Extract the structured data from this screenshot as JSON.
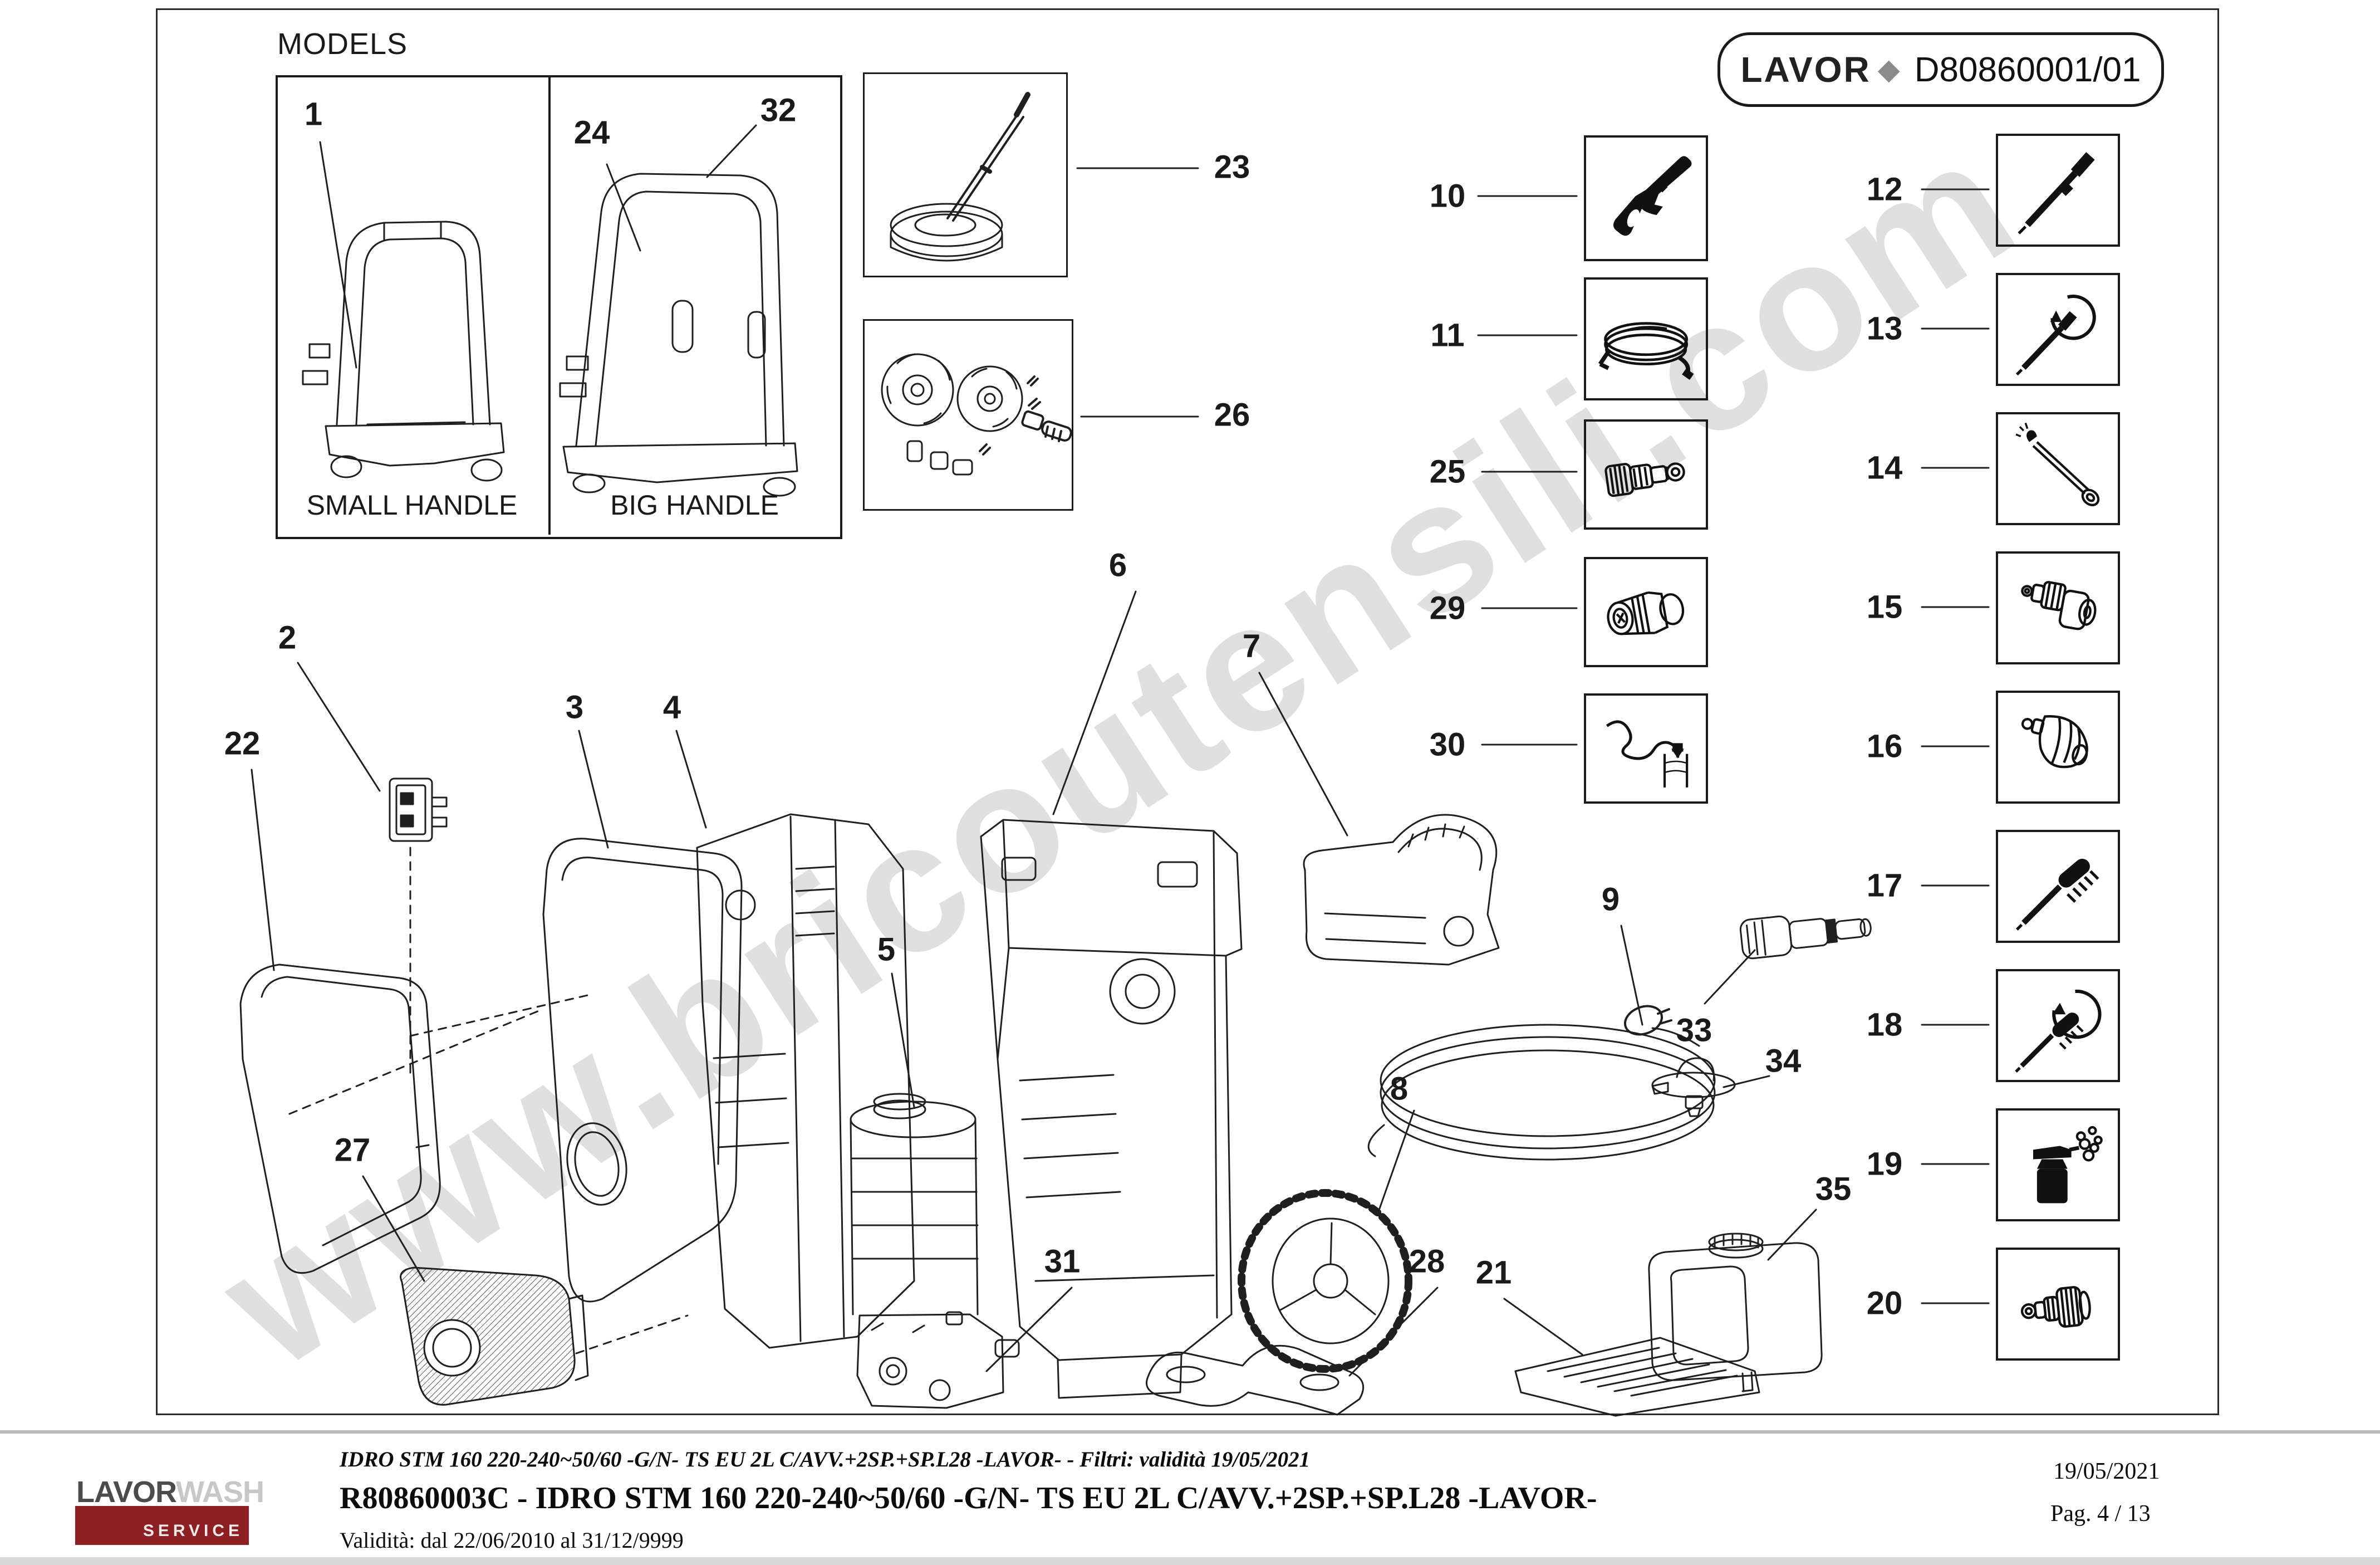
{
  "page": {
    "models_title": "MODELS",
    "small_handle_label": "SMALL HANDLE",
    "big_handle_label": "BIG HANDLE",
    "watermark": "www.bricoutensili.com"
  },
  "doc_badge": {
    "brand": "LAVOR",
    "diamond": "◆",
    "code": "D80860001/01"
  },
  "callouts": {
    "n1": "1",
    "n2": "2",
    "n3": "3",
    "n4": "4",
    "n5": "5",
    "n6": "6",
    "n7": "7",
    "n8": "8",
    "n9": "9",
    "n10": "10",
    "n11": "11",
    "n12": "12",
    "n13": "13",
    "n14": "14",
    "n15": "15",
    "n16": "16",
    "n17": "17",
    "n18": "18",
    "n19": "19",
    "n20": "20",
    "n21": "21",
    "n22": "22",
    "n23": "23",
    "n24": "24",
    "n25": "25",
    "n26": "26",
    "n27": "27",
    "n28": "28",
    "n29": "29",
    "n30": "30",
    "n31": "31",
    "n32": "32",
    "n33": "33",
    "n34": "34",
    "n35": "35"
  },
  "left_column": {
    "items": [
      {
        "num": "10",
        "icon": "spray-gun-icon"
      },
      {
        "num": "11",
        "icon": "hose-coil-icon"
      },
      {
        "num": "25",
        "icon": "hose-connector-icon"
      },
      {
        "num": "29",
        "icon": "quick-coupling-icon"
      },
      {
        "num": "30",
        "icon": "suction-hose-icon"
      }
    ]
  },
  "right_column": {
    "items": [
      {
        "num": "12",
        "icon": "lance-icon"
      },
      {
        "num": "13",
        "icon": "rotating-lance-icon"
      },
      {
        "num": "14",
        "icon": "long-lance-icon"
      },
      {
        "num": "15",
        "icon": "nozzle-icon"
      },
      {
        "num": "16",
        "icon": "turbo-nozzle-icon"
      },
      {
        "num": "17",
        "icon": "brush-icon"
      },
      {
        "num": "18",
        "icon": "rotating-brush-icon"
      },
      {
        "num": "19",
        "icon": "foam-bottle-icon"
      },
      {
        "num": "20",
        "icon": "adapter-icon"
      }
    ]
  },
  "footer": {
    "filters_line": "IDRO STM 160 220-240~50/60 -G/N- TS EU 2L C/AVV.+2SP.+SP.L28 -LAVOR- - Filtri: validità 19/05/2021",
    "main_line": "R80860003C - IDRO STM 160 220-240~50/60 -G/N- TS EU 2L C/AVV.+2SP.+SP.L28 -LAVOR-",
    "validity_line": "Validità: dal 22/06/2010 al 31/12/9999",
    "date": "19/05/2021",
    "page_number": "Pag. 4 / 13",
    "logo": {
      "part1": "LAVOR",
      "part2": "WASH",
      "service": "SERVICE"
    }
  },
  "colors": {
    "service_red": "#8e2023",
    "watermark_grey": "#b9b9b9",
    "line": "#1f1f1f"
  }
}
